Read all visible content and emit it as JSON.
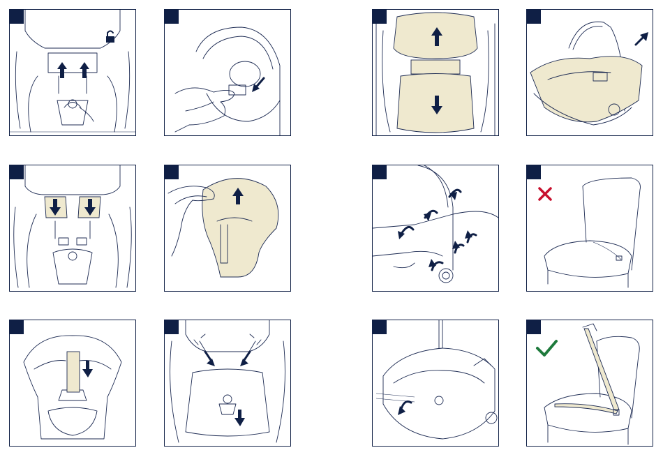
{
  "palette": {
    "navy": "#0f1f45",
    "cream": "#efe9cf",
    "line": "#1c2a52",
    "cross": "#c8102e",
    "check": "#1e7a3c"
  },
  "panels": [
    {
      "id": "harness-release",
      "icons": [
        "unlock-icon",
        "arrow-up-icon",
        "arrow-up-icon"
      ]
    },
    {
      "id": "headrest-clip",
      "icons": [
        "arrow-down-icon"
      ]
    },
    {
      "id": "seat-cover",
      "icons": [
        "arrow-up-icon",
        "arrow-down-icon"
      ]
    },
    {
      "id": "carry-handle",
      "icons": [
        "arrow-diagonal-icon"
      ]
    },
    {
      "id": "shoulder-pads-down",
      "icons": [
        "arrow-down-icon",
        "arrow-down-icon"
      ]
    },
    {
      "id": "headrest-cover",
      "icons": [
        "arrow-up-icon"
      ]
    },
    {
      "id": "handle-clips",
      "icons": [
        "curved-arrow-icon"
      ]
    },
    {
      "id": "lap-belt-only-seat",
      "icons": [
        "cross-icon"
      ]
    },
    {
      "id": "crotch-pad",
      "icons": [
        "arrow-down-icon"
      ]
    },
    {
      "id": "harness-buckle",
      "icons": [
        "arrow-down-icon"
      ]
    },
    {
      "id": "base-belt-guide",
      "icons": [
        "curved-arrow-icon"
      ]
    },
    {
      "id": "three-point-belt-seat",
      "icons": [
        "check-icon"
      ]
    }
  ]
}
